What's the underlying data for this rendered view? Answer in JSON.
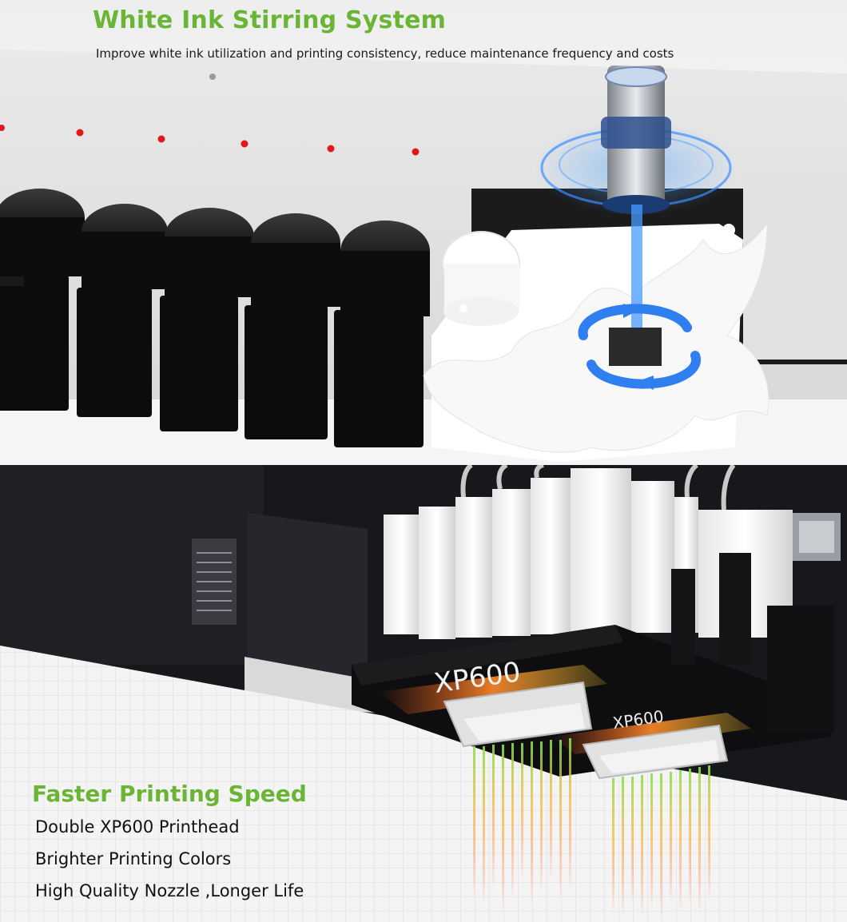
{
  "top_section": {
    "title": "White Ink Stirring System",
    "subtitle": "Improve white ink utilization and printing consistency, reduce maintenance frequency and costs"
  },
  "bottom_section": {
    "title": "Faster Printing Speed",
    "features": [
      "Double XP600 Printhead",
      "Brighter Printing Colors",
      "High Quality Nozzle ,Longer Life"
    ],
    "printhead_label_large": "XP600",
    "printhead_label_small": "XP600"
  },
  "colors": {
    "accent_green": "#6ab536",
    "stir_blue": "#2f7ff0",
    "indicator_red": "#e01818",
    "printhead_glow": "#ff7a1a"
  },
  "icons": {
    "stirring_arrows": "circular-arrows-icon",
    "stirring_motor": "motor-icon"
  }
}
